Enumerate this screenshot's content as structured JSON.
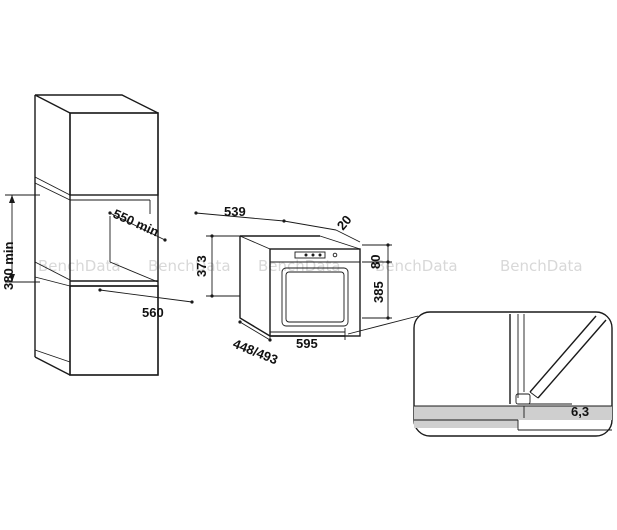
{
  "diagram": {
    "watermark": "BenchData",
    "cabinet_labels": {
      "height_min": "380 min",
      "depth_min": "550 min",
      "width": "560"
    },
    "oven_labels": {
      "depth_top": "539",
      "front_thickness": "20",
      "body_height": "373",
      "panel_height": "80",
      "total_height": "385",
      "width": "595",
      "depth_bottom": "448/493"
    },
    "detail_labels": {
      "gap": "6,3"
    },
    "colors": {
      "line": "#1a1a1a",
      "shelf": "#cfcfcf",
      "watermark": "#d8d8d8"
    }
  }
}
